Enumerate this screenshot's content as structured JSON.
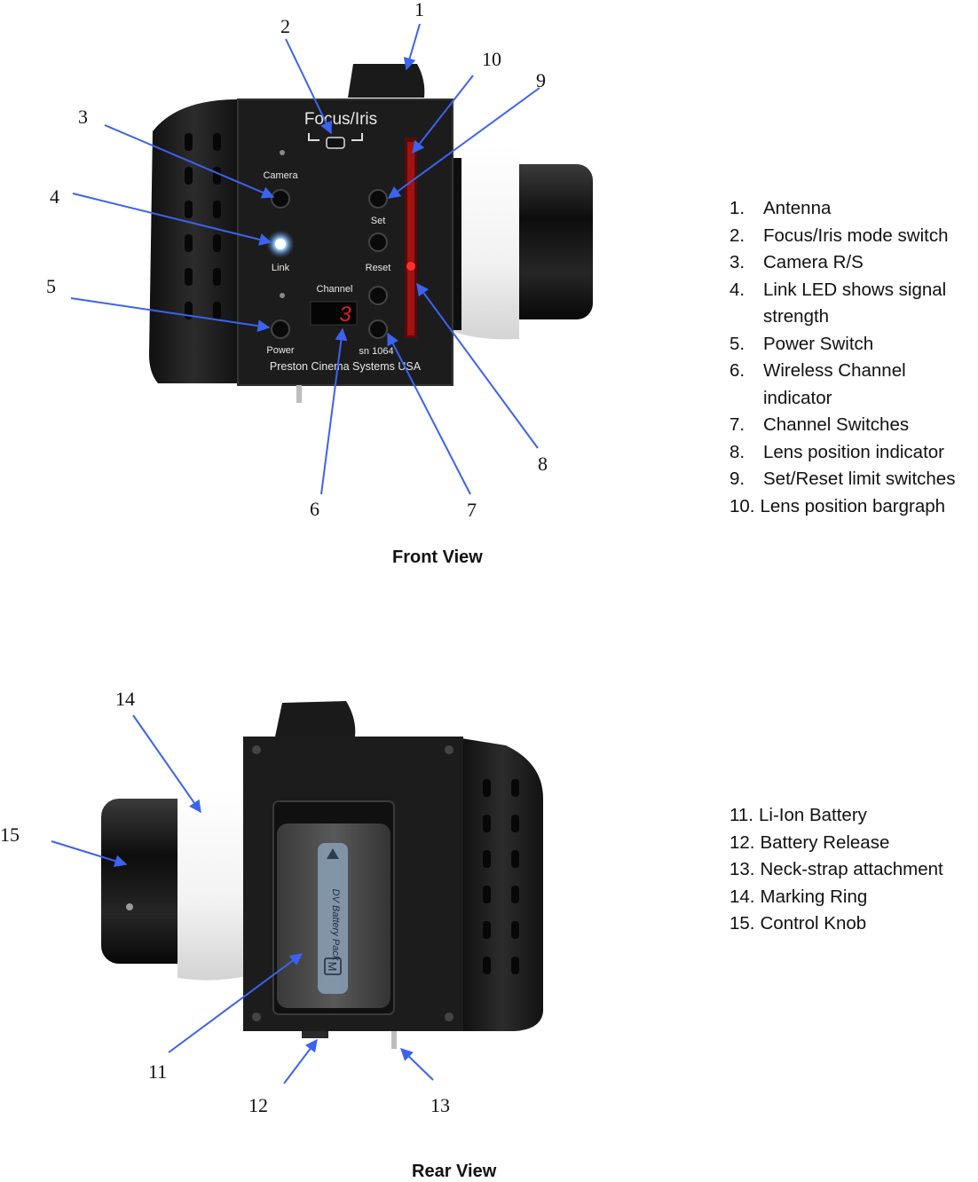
{
  "front": {
    "caption": "Front View",
    "panel": {
      "mode_label": "Focus/Iris",
      "camera_label": "Camera",
      "link_label": "Link",
      "power_label": "Power",
      "set_label": "Set",
      "reset_label": "Reset",
      "channel_label": "Channel",
      "channel_value": "3",
      "serial": "sn  1064",
      "maker": "Preston  Cinema  Systems  USA"
    },
    "callouts": [
      "1",
      "2",
      "3",
      "4",
      "5",
      "6",
      "7",
      "8",
      "9",
      "10"
    ],
    "legend": [
      {
        "n": "1.",
        "text": "Antenna"
      },
      {
        "n": "2.",
        "text": "Focus/Iris mode switch"
      },
      {
        "n": "3.",
        "text": "Camera R/S"
      },
      {
        "n": "4.",
        "text": "Link LED shows signal strength"
      },
      {
        "n": "5.",
        "text": "Power Switch"
      },
      {
        "n": "6.",
        "text": "Wireless Channel indicator"
      },
      {
        "n": "7.",
        "text": "Channel Switches"
      },
      {
        "n": "8.",
        "text": "Lens position indicator"
      },
      {
        "n": "9.",
        "text": "Set/Reset limit switches"
      },
      {
        "n": "10.",
        "text": "Lens position bargraph"
      }
    ]
  },
  "rear": {
    "caption": "Rear View",
    "battery_text": "DV Battery Pack",
    "battery_badge": "M",
    "callouts": [
      "11",
      "12",
      "13",
      "14",
      "15"
    ],
    "legend": [
      {
        "n": "11.",
        "text": "Li-Ion Battery"
      },
      {
        "n": "12.",
        "text": "Battery Release"
      },
      {
        "n": "13.",
        "text": "Neck-strap attachment"
      },
      {
        "n": "14.",
        "text": "Marking Ring"
      },
      {
        "n": "15.",
        "text": "Control Knob"
      }
    ]
  },
  "colors": {
    "arrow": "#3b63f0",
    "body": "#1c1c1c",
    "led": "#cfe6ff",
    "bargraph": "#c01818",
    "display": "#e02020"
  }
}
